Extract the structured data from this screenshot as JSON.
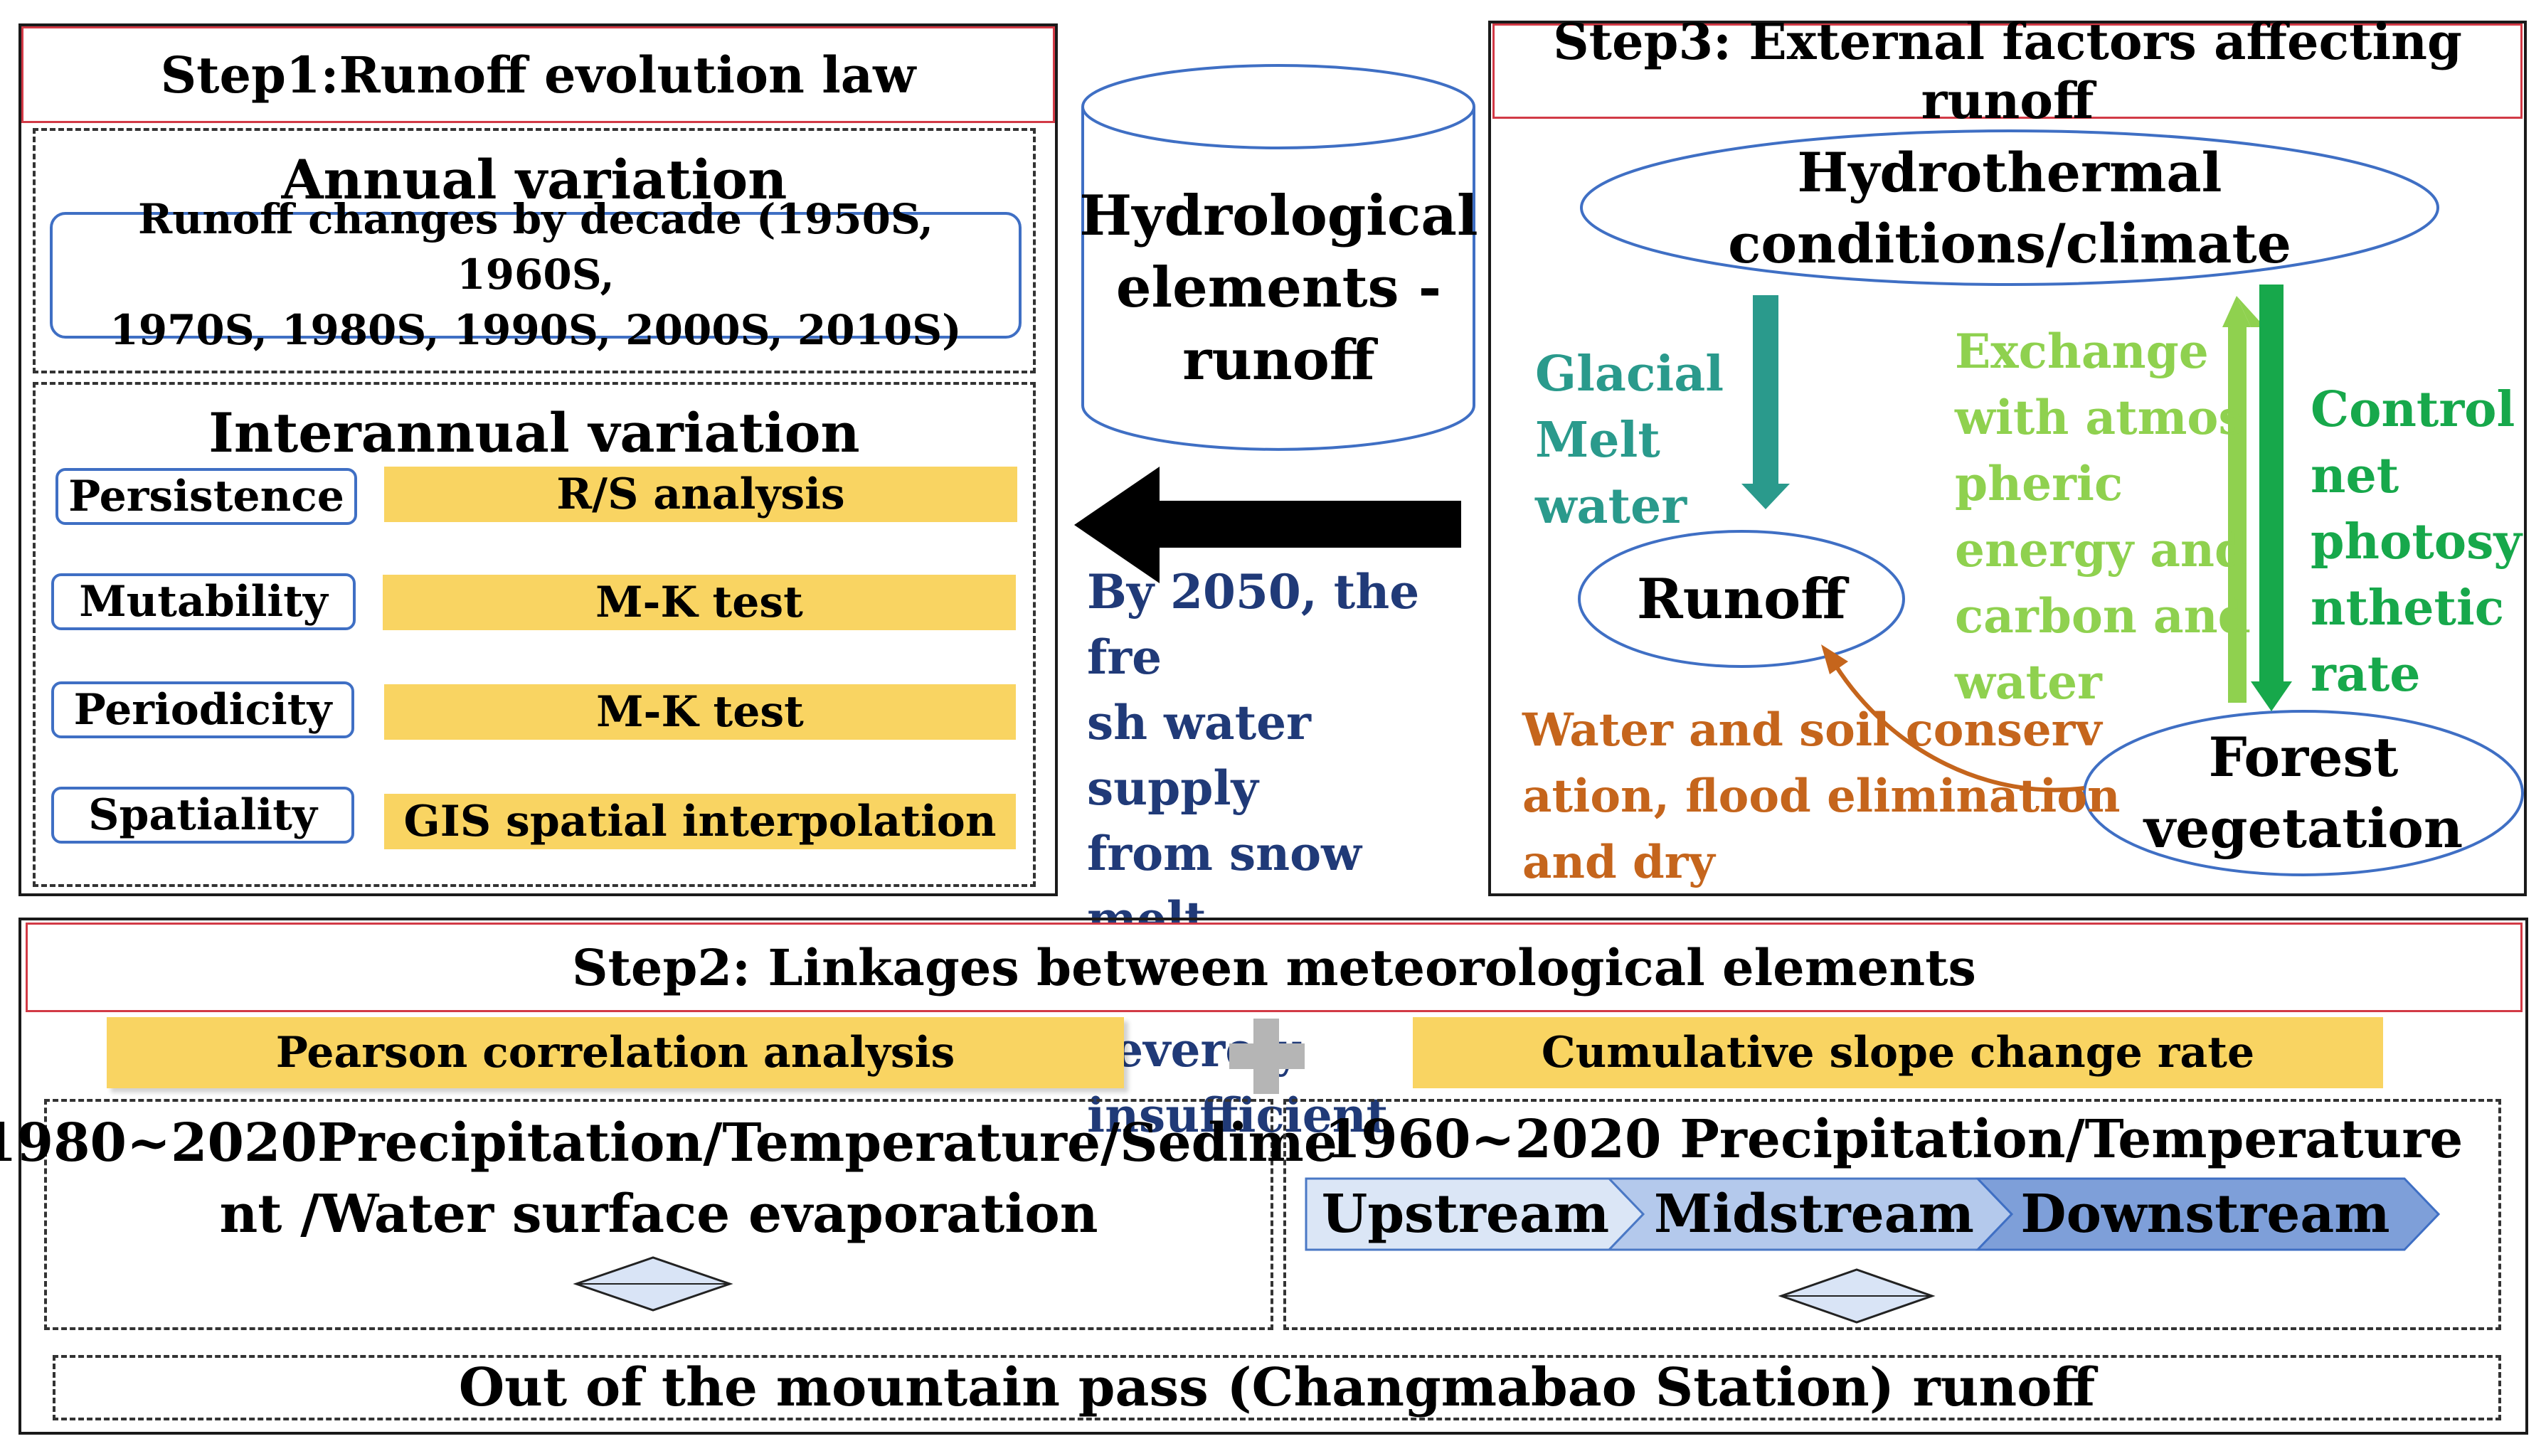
{
  "colors": {
    "frame": "#1a1a1a",
    "red_border": "#d23a46",
    "blue_border": "#3f6fc4",
    "gold_fill": "#f9d462",
    "teal": "#2a9a8c",
    "light_green": "#8fd14f",
    "dark_green": "#17a84b",
    "orange": "#c5651c",
    "navy": "#203a78",
    "gray_plus": "#b5b5b5"
  },
  "step1": {
    "title": "Step1:Runoff evolution law",
    "annual": {
      "heading": "Annual variation",
      "text_line1": "Runoff changes by decade (1950S, 1960S,",
      "text_line2": "1970S, 1980S, 1990S, 2000S, 2010S)"
    },
    "interannual": {
      "heading": "Interannual variation",
      "rows": [
        {
          "label": "Persistence",
          "method": "R/S analysis"
        },
        {
          "label": "Mutability",
          "method": "M-K test"
        },
        {
          "label": "Periodicity",
          "method": "M-K test"
        },
        {
          "label": "Spatiality",
          "method": "GIS spatial interpolation"
        }
      ]
    }
  },
  "center": {
    "cylinder_line1": "Hydrological",
    "cylinder_line2": "elements -",
    "cylinder_line3": "runoff",
    "note_lines": [
      "By 2050, the fre",
      "sh water supply",
      "from snow melt",
      "will be severely",
      "insufficient"
    ],
    "arrow_icon": "arrow-left-icon"
  },
  "step3": {
    "title": "Step3: External factors affecting runoff",
    "climate_line1": "Hydrothermal",
    "climate_line2": "conditions/climate",
    "glacial_lines": [
      "Glacial",
      "Melt",
      "water"
    ],
    "runoff": "Runoff",
    "exchange_lines": [
      "Exchange",
      "with atmos",
      "pheric",
      "energy and",
      "carbon and",
      "water"
    ],
    "control_lines": [
      "Control",
      "net",
      "photosy",
      "nthetic",
      "rate"
    ],
    "conservation_lines": [
      "Water and soil conserv",
      "ation, flood elimination",
      "and dry"
    ],
    "forest_line1": "Forest",
    "forest_line2": "vegetation"
  },
  "step2": {
    "title": "Step2: Linkages between meteorological elements",
    "pearson": "Pearson correlation analysis",
    "cumulative": "Cumulative slope change rate",
    "left_line1": "1980~2020Precipitation/Temperature/Sedime",
    "left_line2": "nt /Water surface evaporation",
    "right_heading": "1960~2020 Precipitation/Temperature",
    "chevrons": [
      "Upstream",
      "Midstream",
      "Downstream"
    ],
    "bottom": "Out of the mountain pass (Changmabao Station) runoff"
  }
}
